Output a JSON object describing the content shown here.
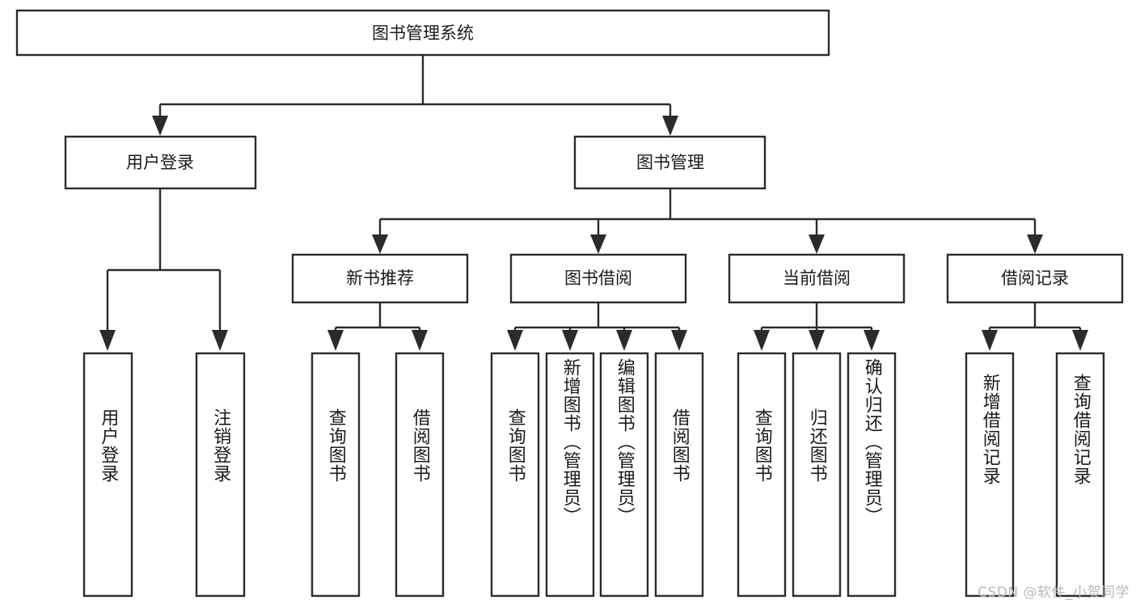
{
  "diagram": {
    "title": "图书管理系统",
    "type": "tree",
    "root": {
      "label": "图书管理系统"
    },
    "level1": [
      {
        "label": "用户登录"
      },
      {
        "label": "图书管理"
      }
    ],
    "level2": [
      {
        "label": "新书推荐"
      },
      {
        "label": "图书借阅"
      },
      {
        "label": "当前借阅"
      },
      {
        "label": "借阅记录"
      }
    ],
    "leaves": {
      "user_login": [
        {
          "label": "用户登录"
        },
        {
          "label": "注销登录"
        }
      ],
      "new_book_recommend": [
        {
          "label": "查询图书"
        },
        {
          "label": "借阅图书"
        }
      ],
      "book_borrow": [
        {
          "label": "查询图书"
        },
        {
          "label": "新增图书（管理员）"
        },
        {
          "label": "编辑图书（管理员）"
        },
        {
          "label": "借阅图书"
        }
      ],
      "current_borrow": [
        {
          "label": "查询图书"
        },
        {
          "label": "归还图书"
        },
        {
          "label": "确认归还（管理员）"
        }
      ],
      "borrow_record": [
        {
          "label": "新增借阅记录"
        },
        {
          "label": "查询借阅记录"
        }
      ]
    }
  },
  "watermark": {
    "text": "CSDN @软件_小贺同学"
  },
  "colors": {
    "stroke": "#2b2b2b",
    "box_fill": "#ffffff",
    "text": "#1a1a1a",
    "background": "#ffffff",
    "watermark": "#b9b9b9"
  }
}
